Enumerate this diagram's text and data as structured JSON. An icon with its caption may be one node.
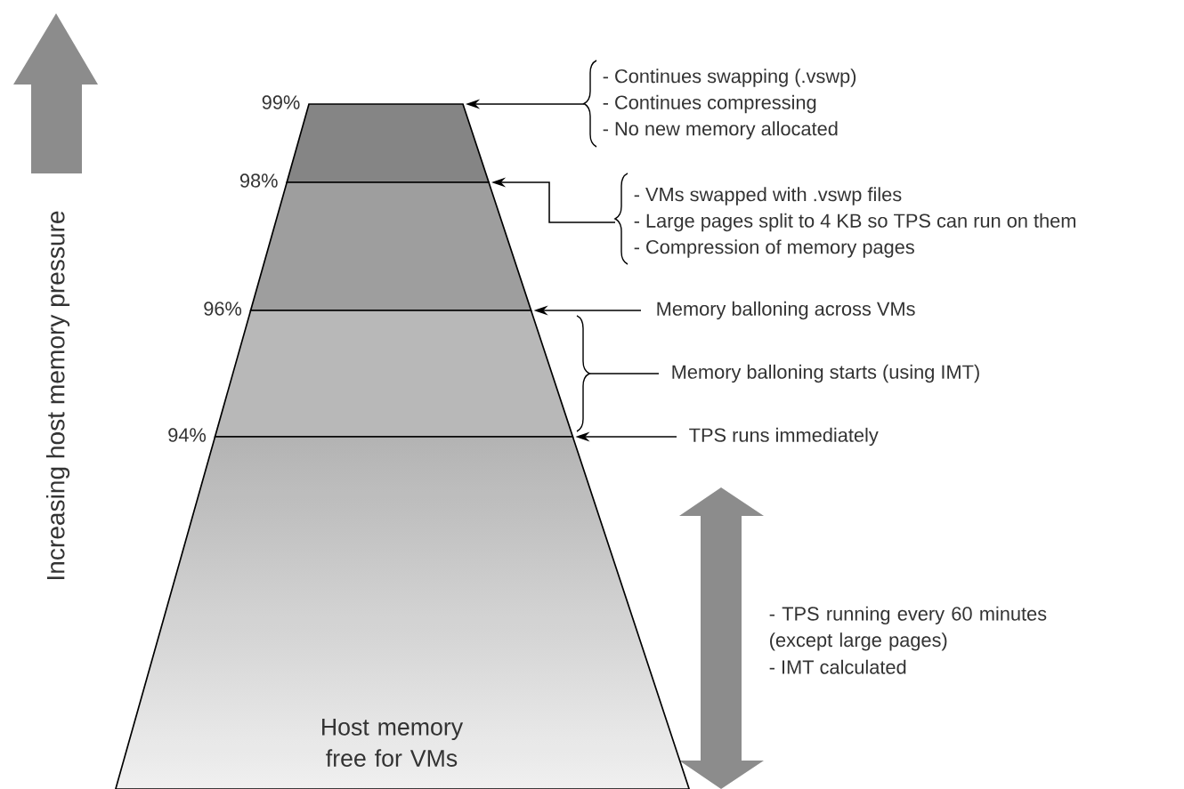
{
  "diagram": {
    "nodes": [
      {
        "text": [],
        "shape": "band"
      },
      {
        "text": [],
        "shape": "band"
      },
      {
        "text": [],
        "shape": "band"
      },
      {
        "text": [
          "Host memory free for VMs"
        ]
      },
      {
        "text": [
          "- Continues swapping (.vswp)",
          "- Continues compressing",
          "- No new memory allocated"
        ]
      },
      {
        "text": [
          "- VMs swapped with .vswp files",
          "- Large pages split to 4 KB so TPS can run on them",
          "- Compression of memory pages"
        ]
      },
      {
        "text": [
          "Memory balloning across VMs"
        ]
      },
      {
        "text": [
          "Memory balloning starts (using IMT)"
        ]
      },
      {
        "text": [
          "TPS runs immediately"
        ]
      }
    ],
    "edges": [
      {
        "from": 4,
        "to": 0,
        "arrow": "to"
      },
      {
        "from": 5,
        "to": 1,
        "arrow": "to"
      },
      {
        "from": 6,
        "to": 2,
        "arrow": "to"
      },
      {
        "from": 7,
        "to": 2,
        "arrow": "none"
      },
      {
        "from": 8,
        "to": 3,
        "arrow": "to"
      }
    ],
    "labels": [
      "Increasing host memory pressure",
      "99%",
      "98%",
      "96%",
      "94%",
      "- TPS running every 60 minutes (except large pages)",
      "- IMT calculated"
    ]
  }
}
